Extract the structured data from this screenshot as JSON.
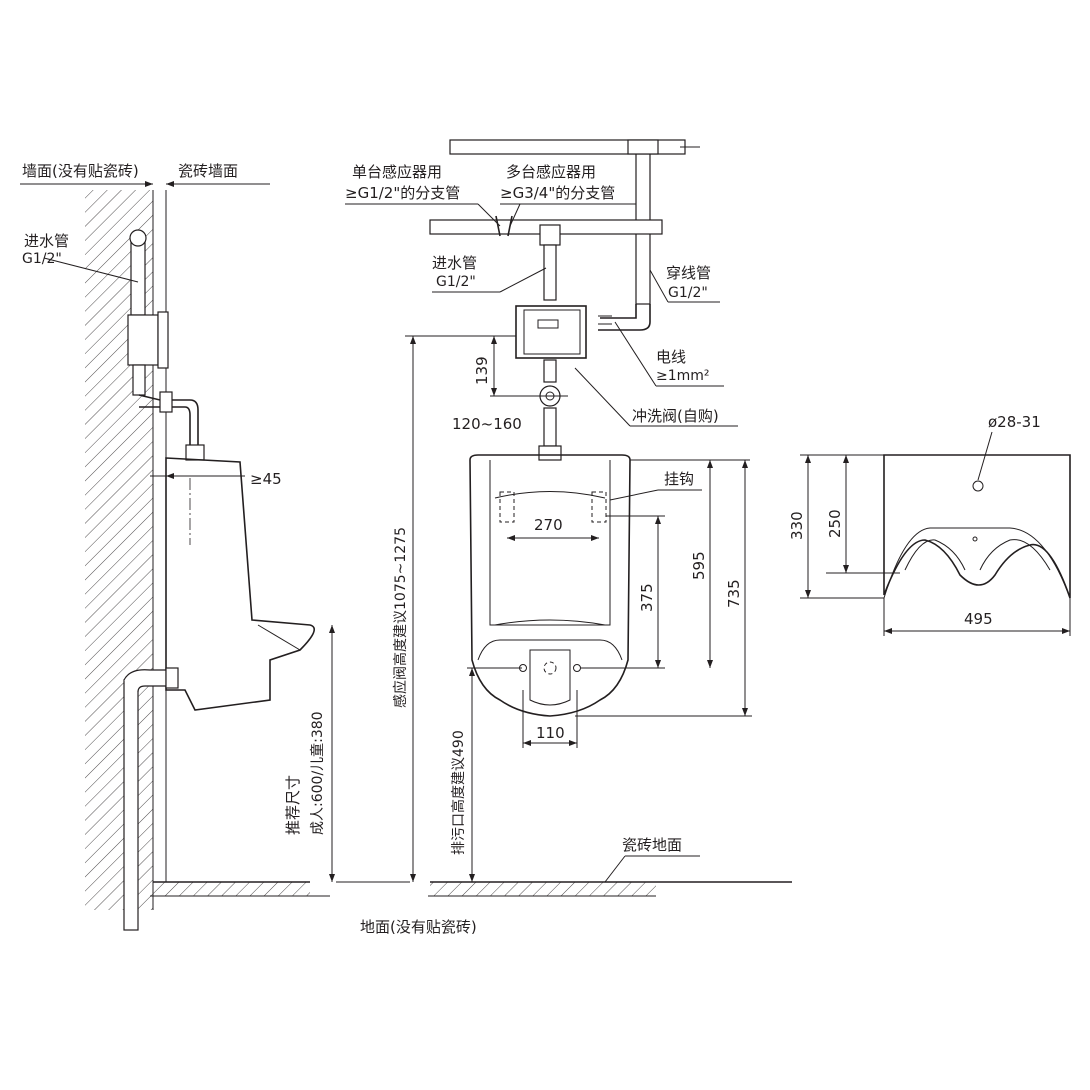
{
  "labels": {
    "wall_untiled": "墙面(没有贴瓷砖)",
    "wall_tiled": "瓷砖墙面",
    "inlet_pipe_side": "进水管",
    "inlet_pipe_side_size": "G1/2\"",
    "min_gap": "≥45",
    "recommended_size": "推荐尺寸",
    "adult_child_height": "成人:600/儿童:380",
    "floor_untiled": "地面(没有贴瓷砖)",
    "single_sensor": "单台感应器用",
    "single_sensor_pipe": "≥G1/2\"的分支管",
    "multi_sensor": "多台感应器用",
    "multi_sensor_pipe": "≥G3/4\"的分支管",
    "inlet_pipe_front": "进水管",
    "inlet_pipe_front_size": "G1/2\"",
    "conduit": "穿线管",
    "conduit_size": "G1/2\"",
    "wire": "电线",
    "wire_size": "≥1mm²",
    "flush_valve": "冲洗阀(自购)",
    "hook": "挂钩",
    "valve_height": "感应阀高度建议1075~1275",
    "drain_height": "排污口高度建议490",
    "tiled_floor": "瓷砖地面"
  },
  "dimensions": {
    "d139": "139",
    "d120_160": "120~160",
    "d270": "270",
    "d375": "375",
    "d595": "595",
    "d735": "735",
    "d110": "110",
    "d330": "330",
    "d250": "250",
    "d495": "495",
    "hole": "ø28-31"
  }
}
